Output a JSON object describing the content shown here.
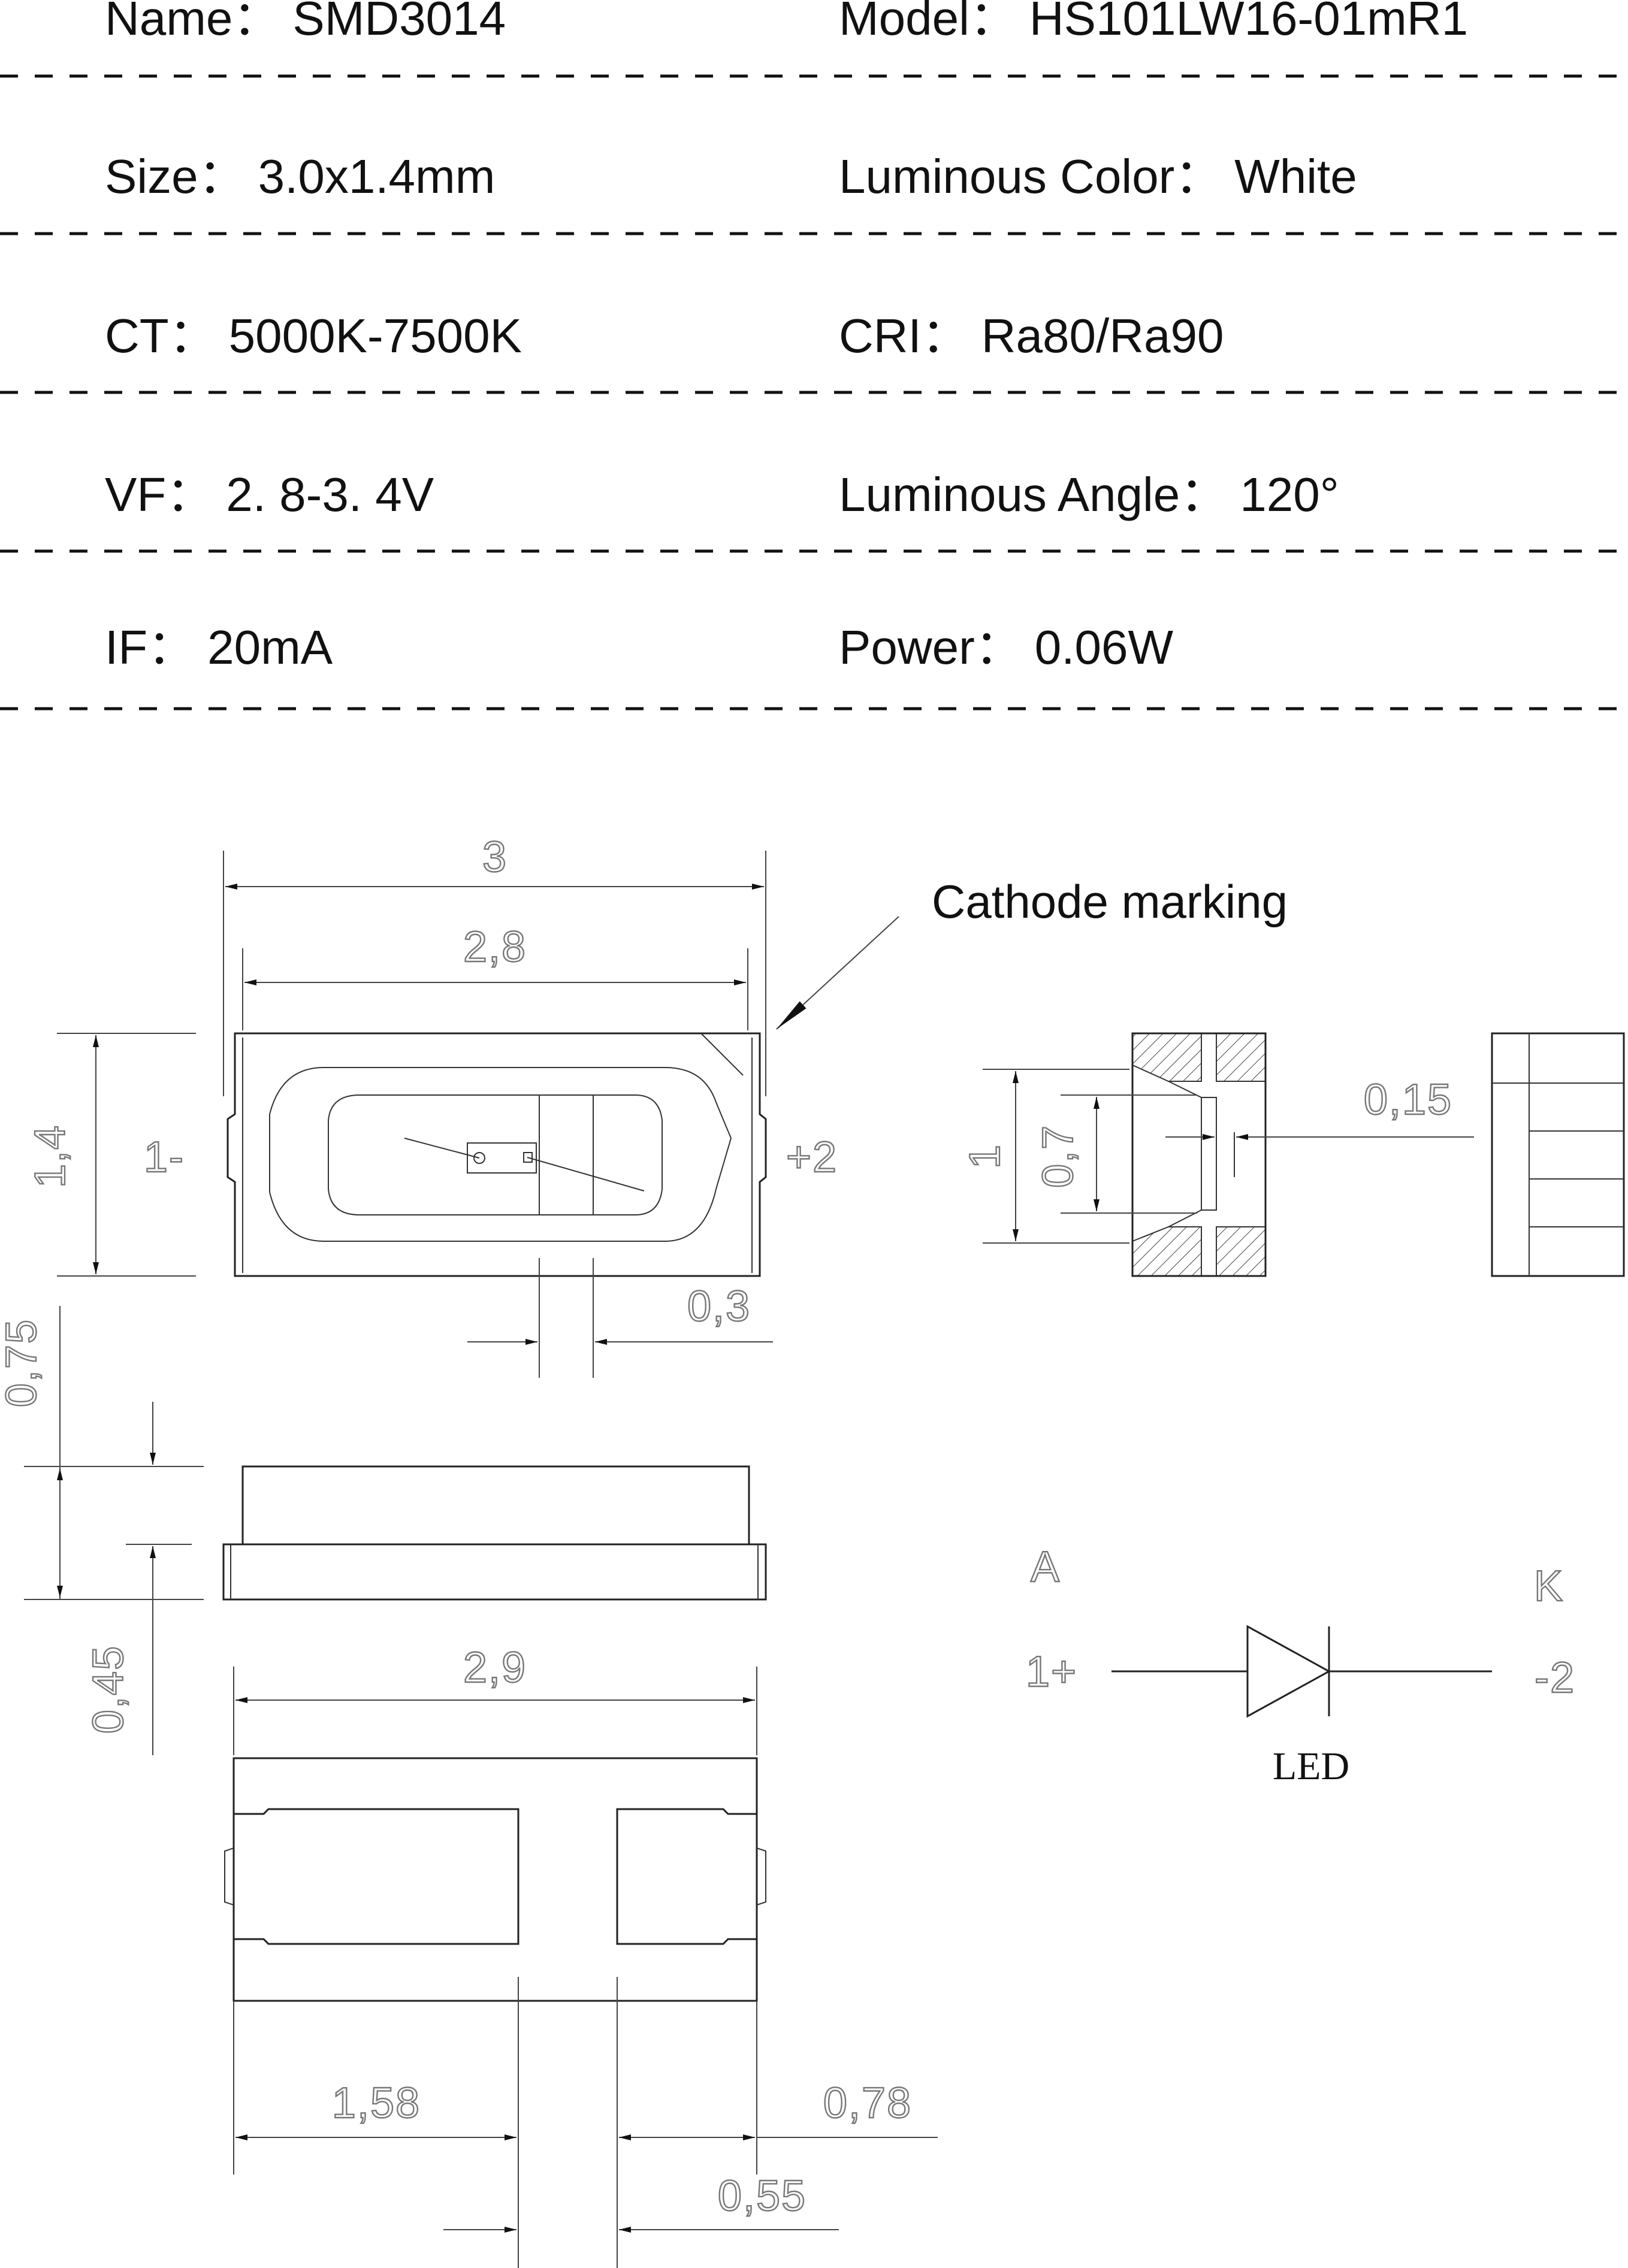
{
  "specs": {
    "name_label": "Name：",
    "name_value": "SMD3014",
    "model_label": "Model：",
    "model_value": "HS101LW16-01mR1",
    "size_label": "Size：",
    "size_value": "3.0x1.4mm",
    "color_label": "Luminous Color：",
    "color_value": "White",
    "ct_label": "CT：",
    "ct_value": "5000K-7500K",
    "cri_label": "CRI：",
    "cri_value": "Ra80/Ra90",
    "vf_label": "VF：",
    "vf_value": "2. 8-3. 4V",
    "angle_label": "Luminous Angle：",
    "angle_value": "120°",
    "if_label": "IF：",
    "if_value": "20mA",
    "power_label": "Power：",
    "power_value": "0.06W"
  },
  "drawing": {
    "cathode_marking": "Cathode marking",
    "dims": {
      "overall_length": "3",
      "body_length": "2,8",
      "width": "1,4",
      "pad_gap": "0,3",
      "side_height_top": "1",
      "side_height_inner": "0,7",
      "side_step": "0,15",
      "height_upper": "0,75",
      "height_lower": "0,45",
      "bottom_length": "2,9",
      "pad_left": "1,58",
      "pad_right": "0,78",
      "pad_space": "0,55"
    },
    "pins": {
      "pin1": "1-",
      "pin2": "+2"
    },
    "schematic": {
      "anode": "A",
      "cathode": "K",
      "pin1": "1+",
      "pin2": "-2",
      "caption": "LED"
    }
  }
}
